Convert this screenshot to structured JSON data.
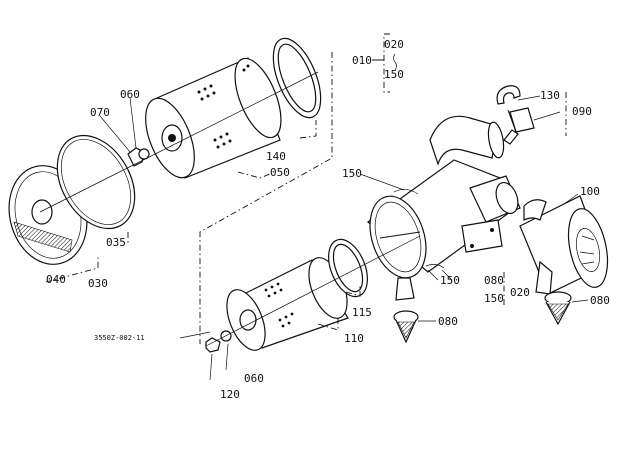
{
  "drawing_code": "3550Z-002-11",
  "labels": {
    "p010": "010",
    "p020a": "020",
    "p150a": "150",
    "p060a": "060",
    "p070": "070",
    "p130": "130",
    "p090": "090",
    "p140": "140",
    "p050": "050",
    "p150b": "150",
    "p100": "100",
    "p035": "035",
    "p040": "040",
    "p030": "030",
    "p150c": "150",
    "p080a": "080",
    "p020b": "020",
    "p150d": "150",
    "p080b": "080",
    "p115": "115",
    "p110": "110",
    "p080c": "080",
    "p120": "120",
    "p060b": "060"
  }
}
